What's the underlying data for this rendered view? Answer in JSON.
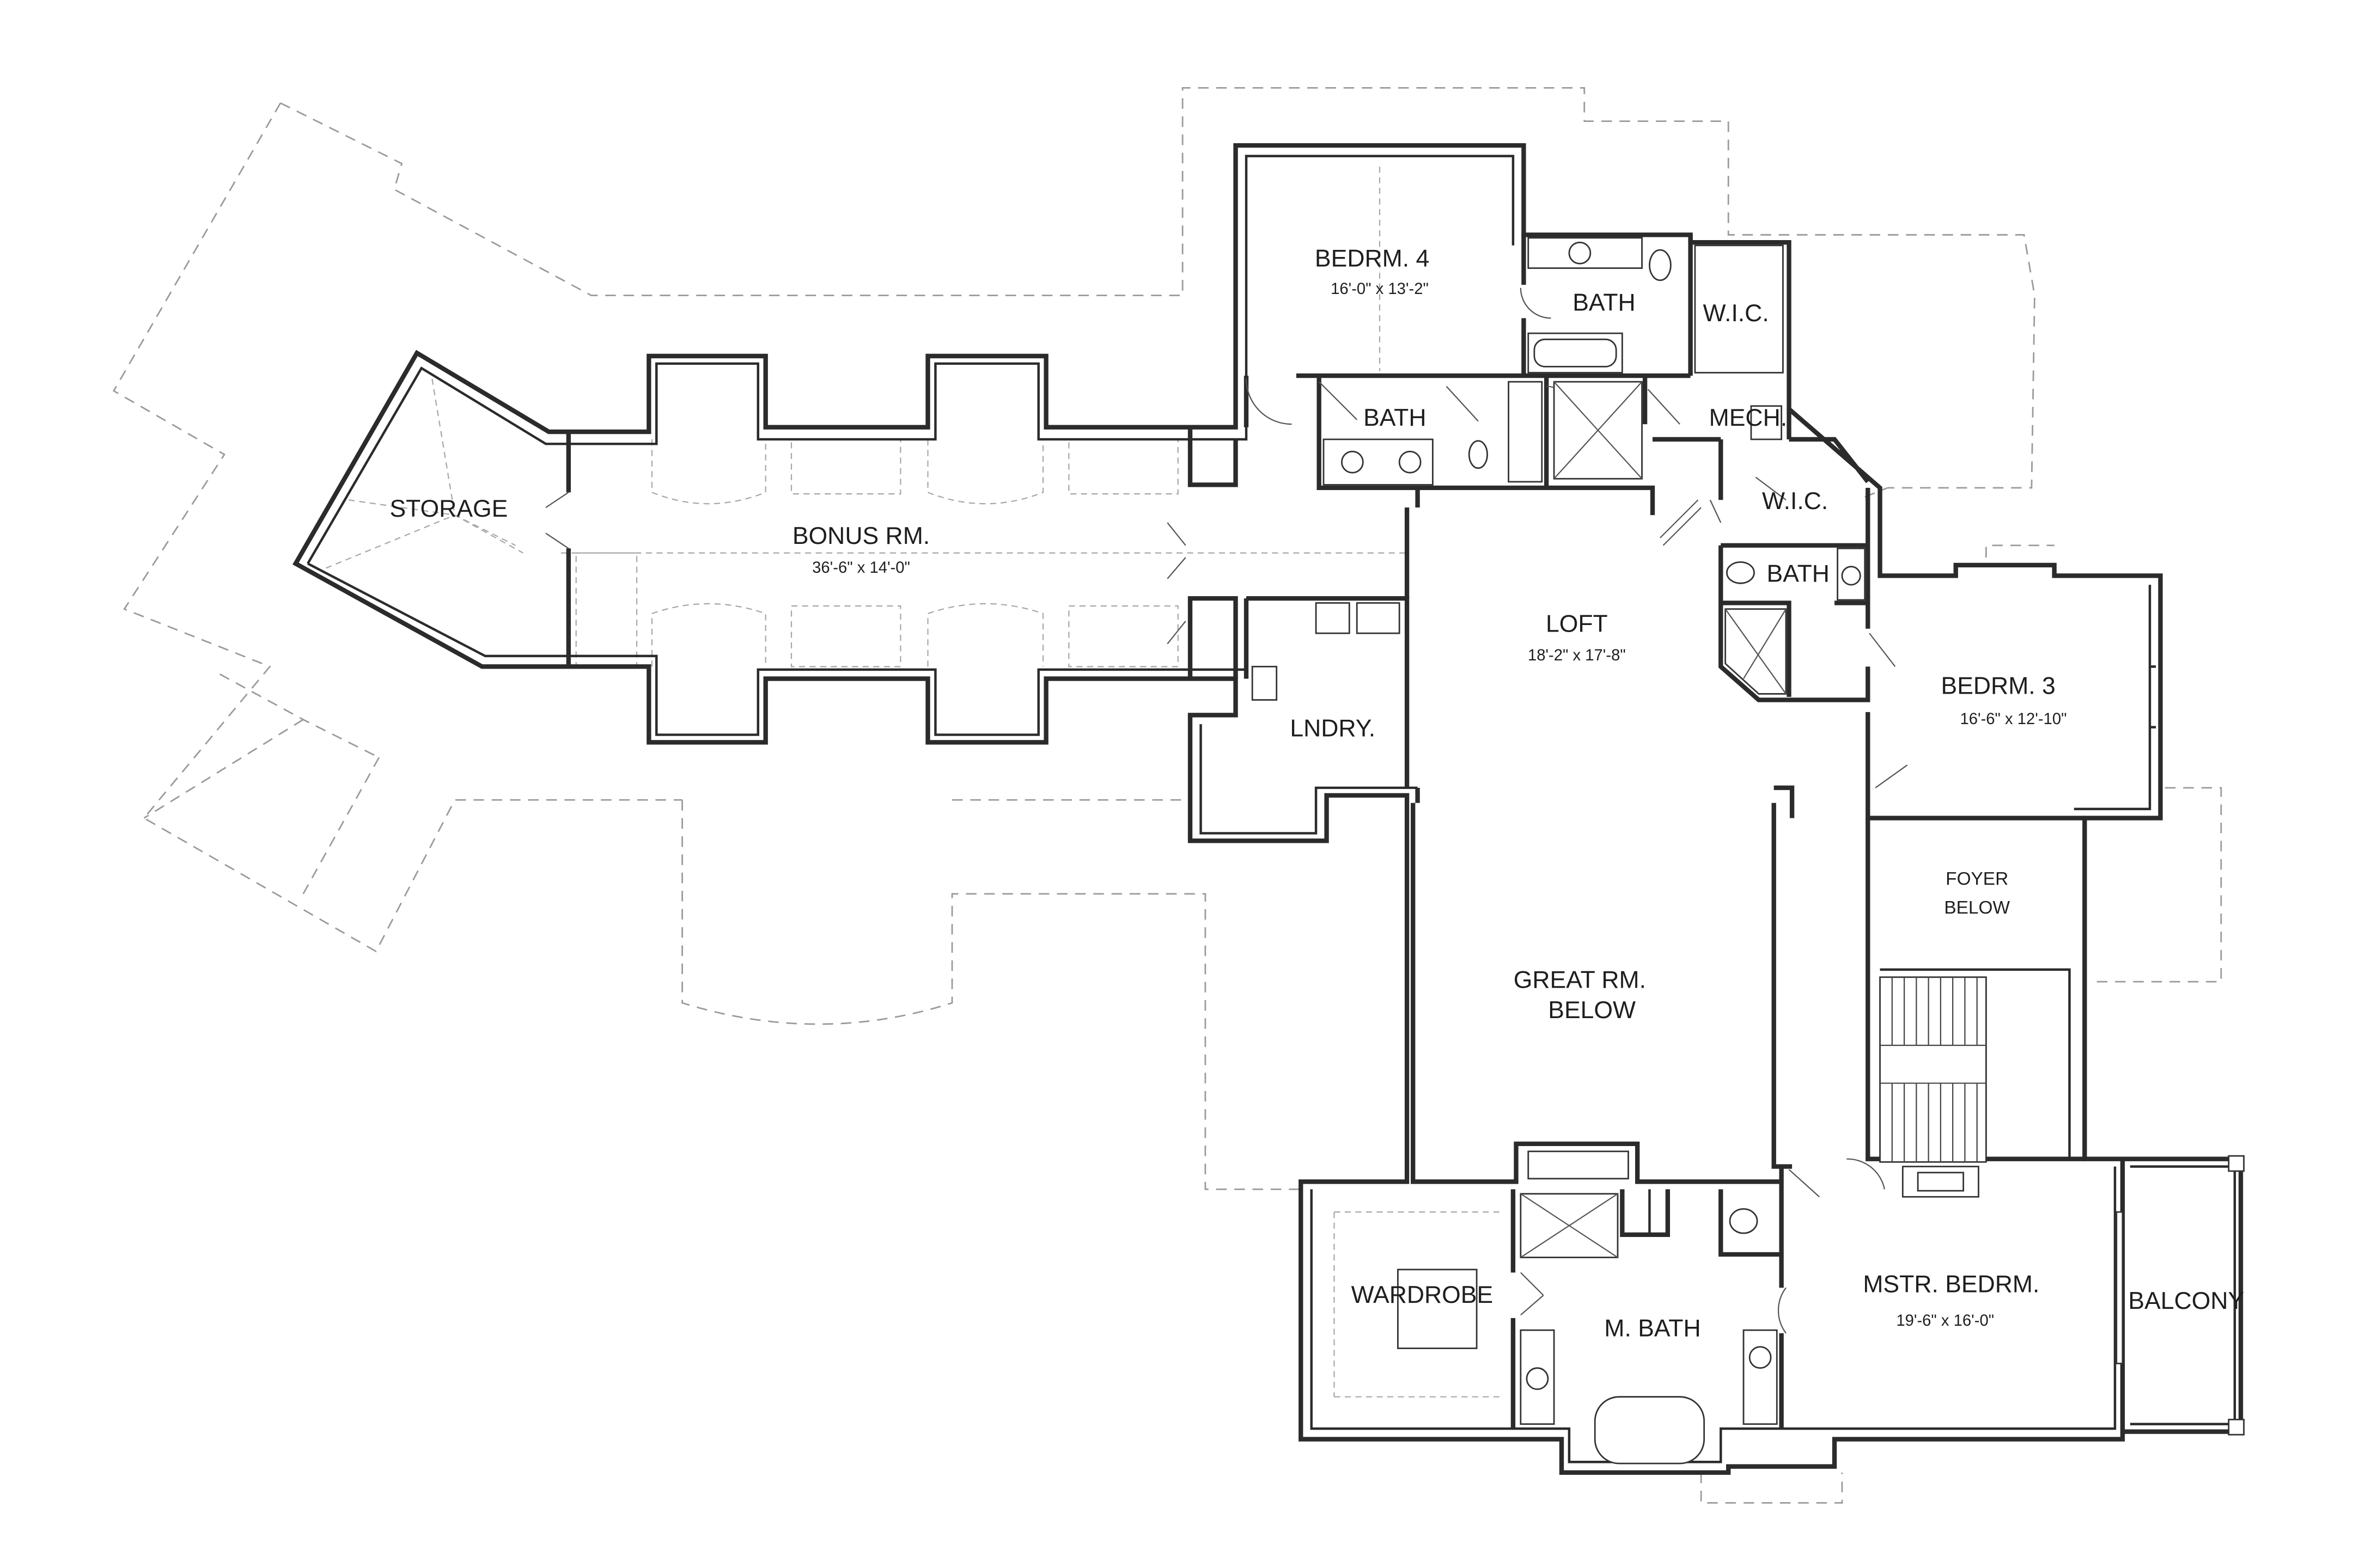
{
  "rooms": {
    "bedroom4": {
      "name": "BEDRM. 4",
      "dim": "16'-0\" x 13'-2\""
    },
    "bath_bed4": {
      "name": "BATH"
    },
    "wic_bed4": {
      "name": "W.I.C."
    },
    "bath_hall": {
      "name": "BATH"
    },
    "mech": {
      "name": "MECH."
    },
    "storage": {
      "name": "STORAGE"
    },
    "bonus": {
      "name": "BONUS RM.",
      "dim": "36'-6\" x 14'-0\""
    },
    "wic_bed3": {
      "name": "W.I.C."
    },
    "bath_bed3": {
      "name": "BATH"
    },
    "loft": {
      "name": "LOFT",
      "dim": "18'-2\" x 17'-8\""
    },
    "bedroom3": {
      "name": "BEDRM. 3",
      "dim": "16'-6\" x 12'-10\""
    },
    "laundry": {
      "name": "LNDRY."
    },
    "foyer": {
      "line1": "FOYER",
      "line2": "BELOW"
    },
    "great": {
      "line1": "GREAT RM.",
      "line2": "BELOW"
    },
    "wardrobe": {
      "name": "WARDROBE"
    },
    "mbath": {
      "name": "M. BATH"
    },
    "master": {
      "name": "MSTR. BEDRM.",
      "dim": "19'-6\" x 16'-0\""
    },
    "balcony": {
      "name": "BALCONY"
    }
  }
}
